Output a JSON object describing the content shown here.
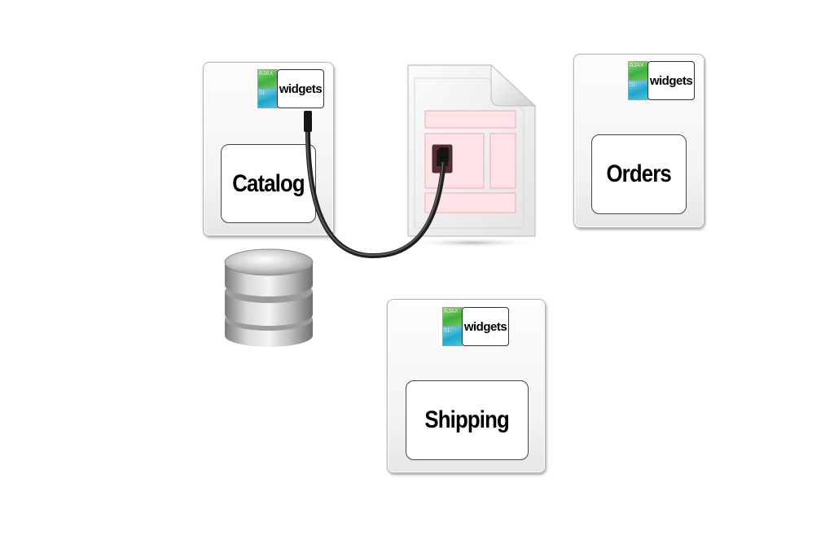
{
  "modules": [
    {
      "id": "catalog",
      "name": "Catalog",
      "badge": {
        "ajax": "AJAX",
        "sl": "SL",
        "label": "widgets"
      }
    },
    {
      "id": "orders",
      "name": "Orders",
      "badge": {
        "ajax": "AJAX",
        "sl": "SL",
        "label": "widgets"
      }
    },
    {
      "id": "shipping",
      "name": "Shipping",
      "badge": {
        "ajax": "AJAX",
        "sl": "SL",
        "label": "widgets"
      }
    }
  ],
  "icons": [
    "database-icon",
    "page-layout-icon",
    "cable-connector-icon"
  ],
  "colors": {
    "layout_region": "#ffe3e6",
    "layout_region_border": "#f2aab2",
    "cable": "#2a2a2a",
    "ajax_tile": "#3fae3f",
    "sl_tile": "#1ea5c9"
  }
}
